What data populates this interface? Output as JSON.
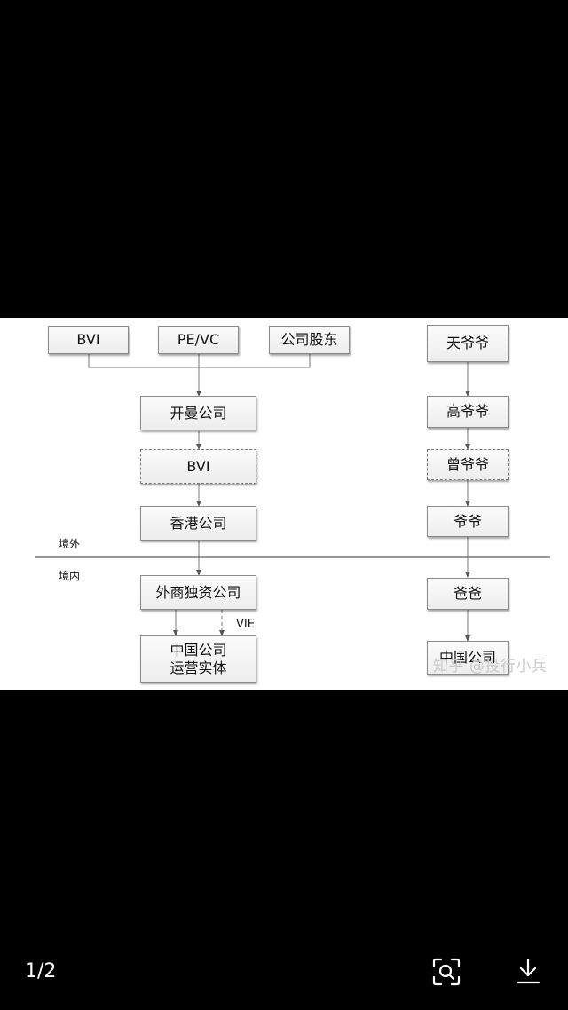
{
  "diagram": {
    "left_chart": {
      "top_row": [
        "BVI",
        "PE/VC",
        "公司股东"
      ],
      "chain": [
        "开曼公司",
        "BVI",
        "香港公司"
      ],
      "below_border": [
        "外商独资公司",
        "中国公司\n运营实体"
      ],
      "vie_label": "VIE"
    },
    "right_chart": [
      "天爷爷",
      "高爷爷",
      "曾爷爷",
      "爷爷",
      "爸爸",
      "中国公司"
    ],
    "border_labels": {
      "offshore": "境外",
      "onshore": "境内"
    },
    "watermark": "知乎 @投行小兵"
  },
  "viewer": {
    "page_counter": "1/2",
    "zoom_icon": "zoom-scan-icon",
    "download_icon": "download-icon"
  }
}
